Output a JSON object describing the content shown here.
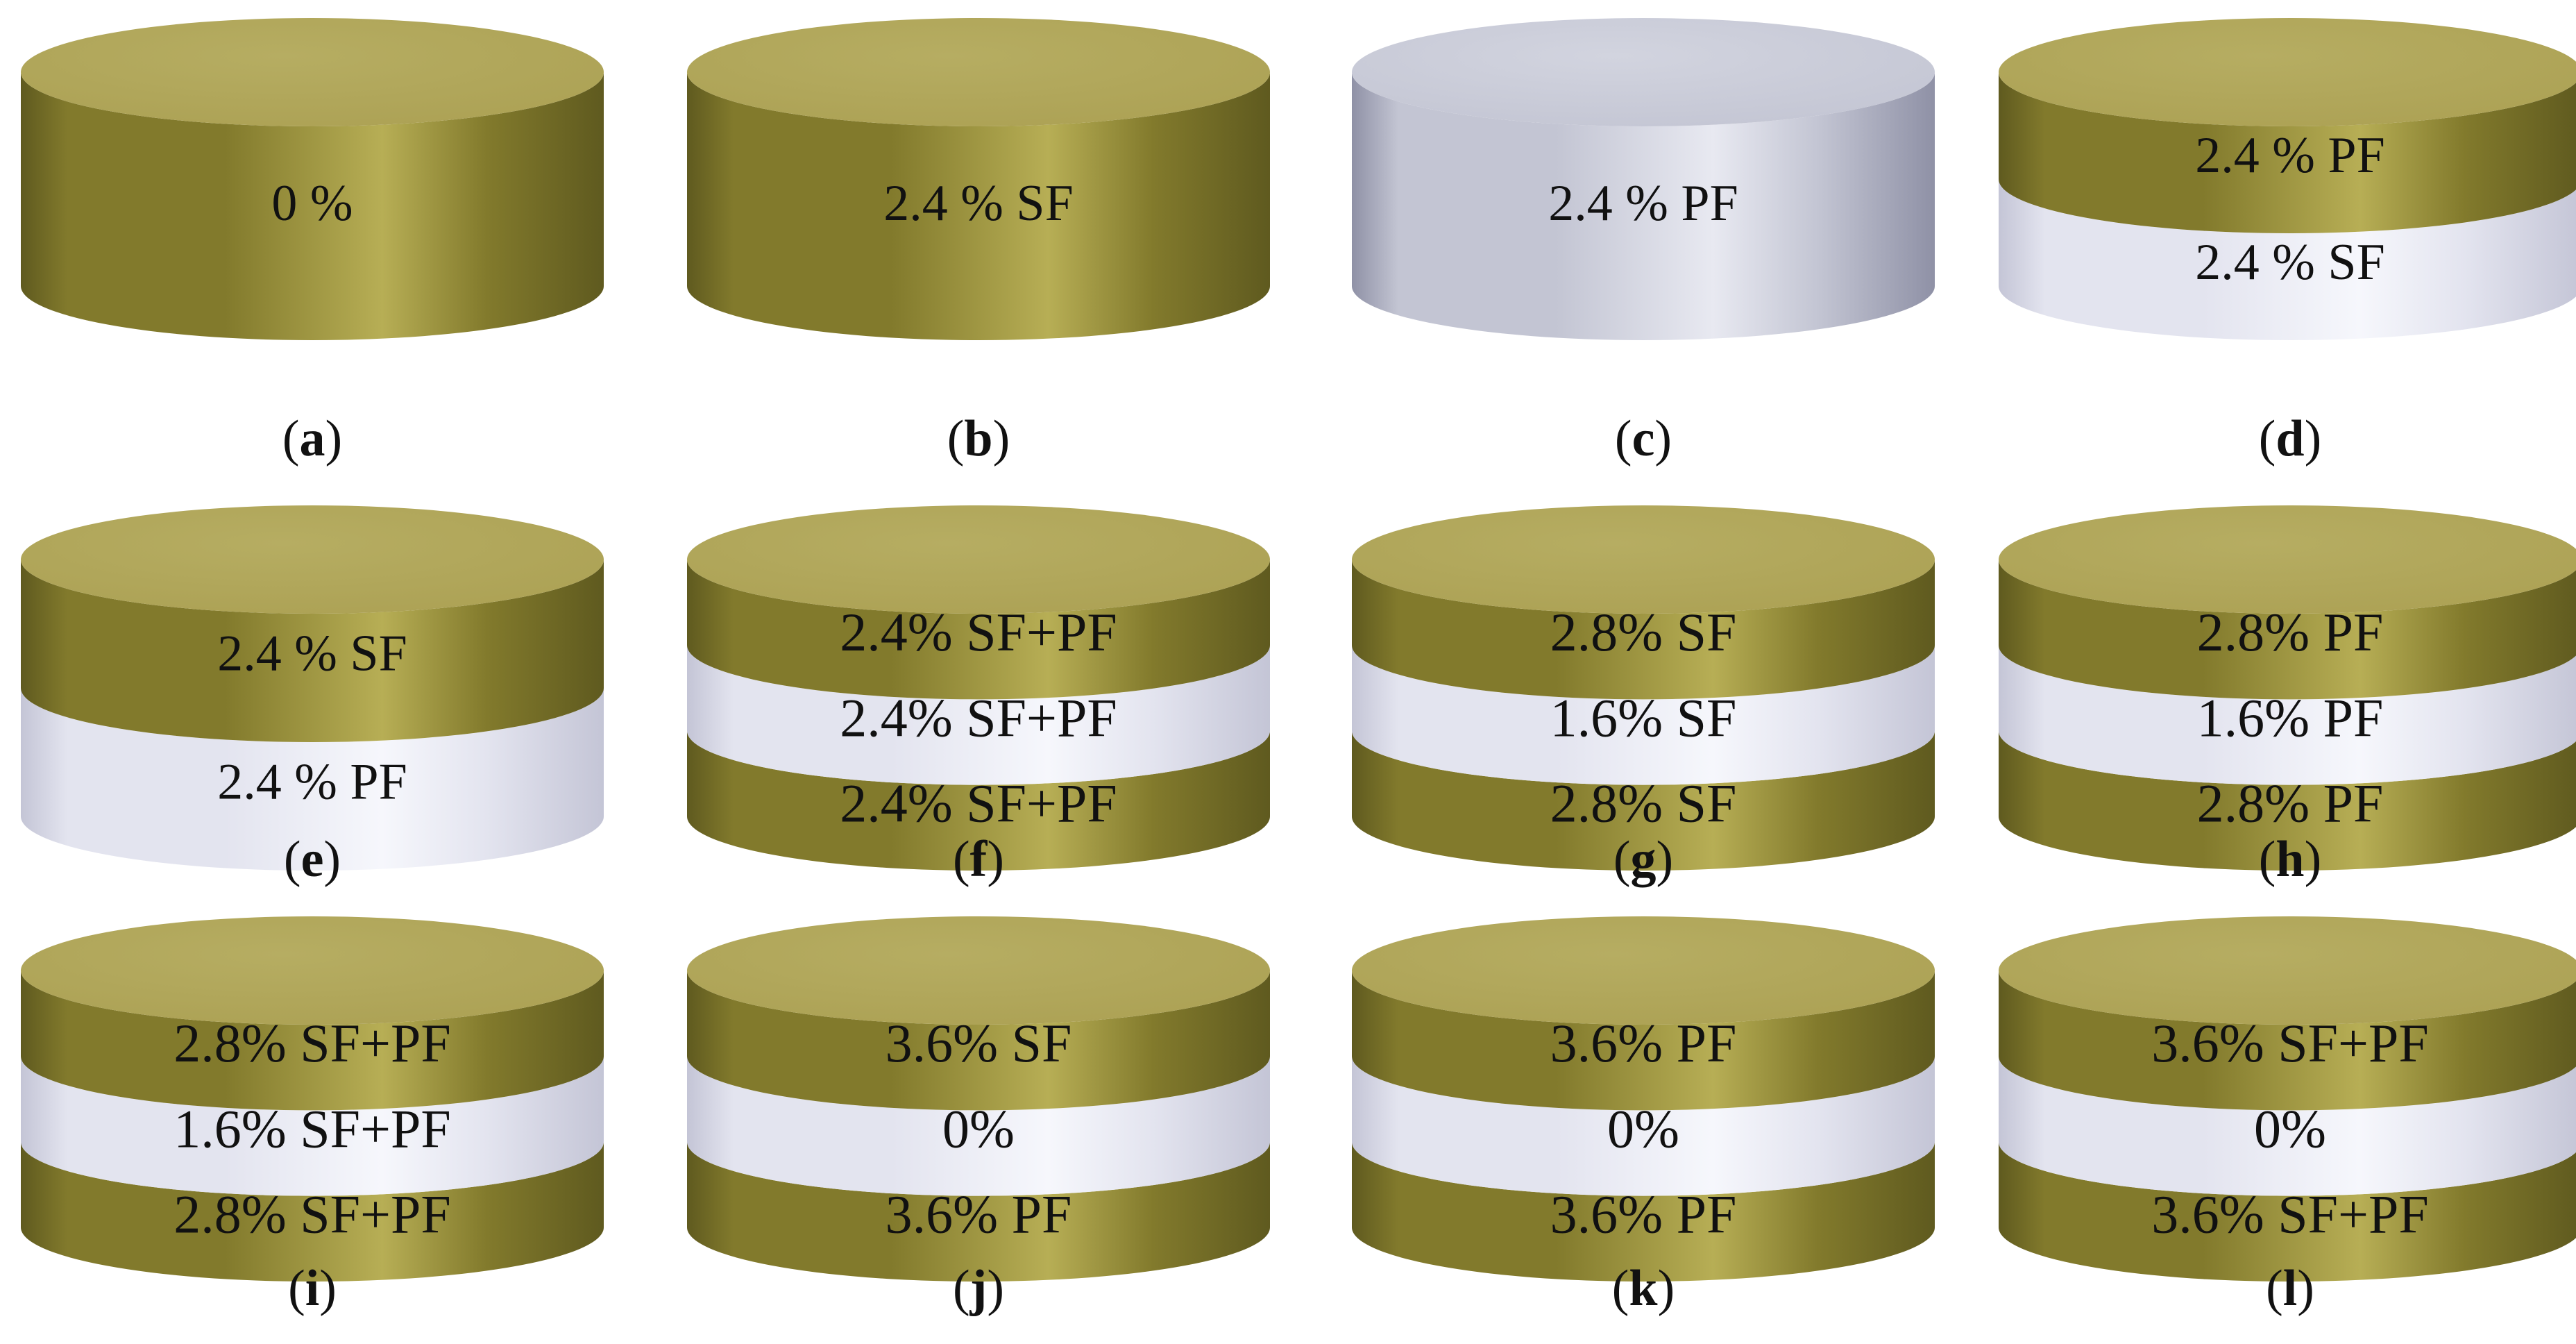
{
  "colors": {
    "sf_band": "#827a2c",
    "sf_band_light": "#b7ae55",
    "sf_band_dark": "#5f5a1f",
    "sf_top": "#aca154",
    "sf_top_edge": "#b6ad62",
    "pf_band": "#e3e4ef",
    "pf_band_light": "#f6f7fc",
    "pf_band_dark": "#c4c5d6",
    "pf_top": "#c3c5d3",
    "all_pf_band": "#c3c5d3",
    "all_pf_band_light": "#e8e9f1",
    "all_pf_band_dark": "#8f91a6",
    "text": "#111111",
    "background": "#ffffff"
  },
  "specimens": [
    {
      "letter": "a",
      "bands": [
        {
          "label": "0 %",
          "material": "sf"
        }
      ]
    },
    {
      "letter": "b",
      "bands": [
        {
          "label": "2.4 % SF",
          "material": "sf"
        }
      ]
    },
    {
      "letter": "c",
      "bands": [
        {
          "label": "2.4 % PF",
          "material": "all_pf"
        }
      ]
    },
    {
      "letter": "d",
      "bands": [
        {
          "label": "2.4 % PF",
          "material": "sf"
        },
        {
          "label": "2.4 % SF",
          "material": "pf"
        }
      ]
    },
    {
      "letter": "e",
      "bands": [
        {
          "label": "2.4 % SF",
          "material": "sf"
        },
        {
          "label": "2.4 % PF",
          "material": "pf"
        }
      ]
    },
    {
      "letter": "f",
      "bands": [
        {
          "label": "2.4% SF+PF",
          "material": "sf"
        },
        {
          "label": "2.4% SF+PF",
          "material": "pf"
        },
        {
          "label": "2.4% SF+PF",
          "material": "sf"
        }
      ]
    },
    {
      "letter": "g",
      "bands": [
        {
          "label": "2.8% SF",
          "material": "sf"
        },
        {
          "label": "1.6% SF",
          "material": "pf"
        },
        {
          "label": "2.8% SF",
          "material": "sf"
        }
      ]
    },
    {
      "letter": "h",
      "bands": [
        {
          "label": "2.8% PF",
          "material": "sf"
        },
        {
          "label": "1.6% PF",
          "material": "pf"
        },
        {
          "label": "2.8% PF",
          "material": "sf"
        }
      ]
    },
    {
      "letter": "i",
      "bands": [
        {
          "label": "2.8% SF+PF",
          "material": "sf"
        },
        {
          "label": "1.6% SF+PF",
          "material": "pf"
        },
        {
          "label": "2.8% SF+PF",
          "material": "sf"
        }
      ]
    },
    {
      "letter": "j",
      "bands": [
        {
          "label": "3.6% SF",
          "material": "sf"
        },
        {
          "label": "0%",
          "material": "pf"
        },
        {
          "label": "3.6% PF",
          "material": "sf"
        }
      ]
    },
    {
      "letter": "k",
      "bands": [
        {
          "label": "3.6% PF",
          "material": "sf"
        },
        {
          "label": "0%",
          "material": "pf"
        },
        {
          "label": "3.6% PF",
          "material": "sf"
        }
      ]
    },
    {
      "letter": "l",
      "bands": [
        {
          "label": "3.6% SF+PF",
          "material": "sf"
        },
        {
          "label": "0%",
          "material": "pf"
        },
        {
          "label": "3.6% SF+PF",
          "material": "sf"
        }
      ]
    }
  ]
}
